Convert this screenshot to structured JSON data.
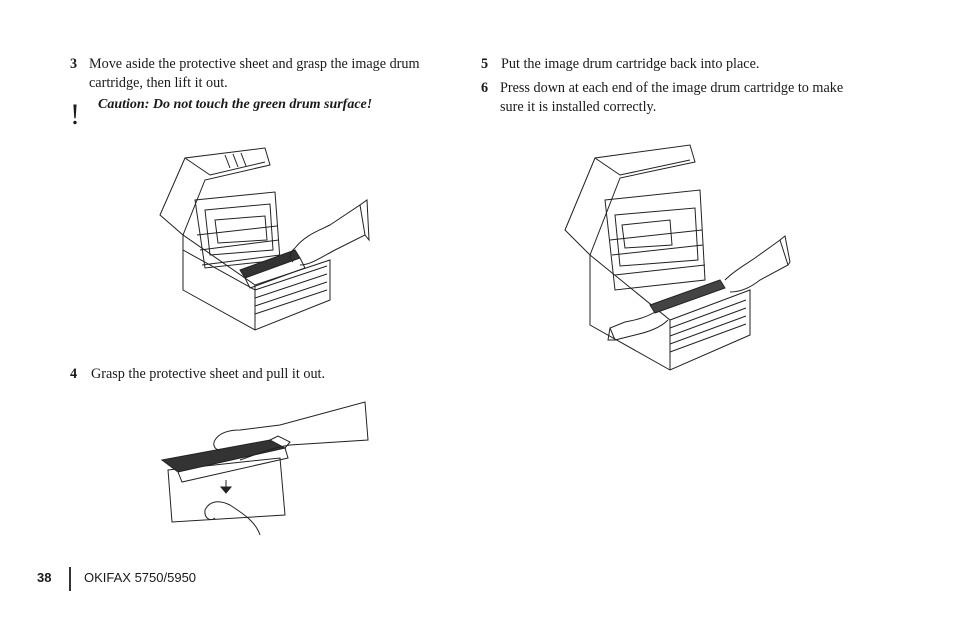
{
  "steps": [
    {
      "num": "3",
      "text": "Move aside the protective sheet and grasp the image drum cartridge, then lift it out."
    },
    {
      "num": "4",
      "text": "Grasp the protective sheet and pull it out."
    },
    {
      "num": "5",
      "text": "Put the image drum cartridge back into place."
    },
    {
      "num": "6",
      "text": "Press down at each end of the image drum cartridge to make sure it is installed correctly."
    }
  ],
  "caution": {
    "mark": "!",
    "text": "Caution: Do not touch the green drum surface!"
  },
  "footer": {
    "page_number": "38",
    "title": "OKIFAX 5750/5950"
  }
}
